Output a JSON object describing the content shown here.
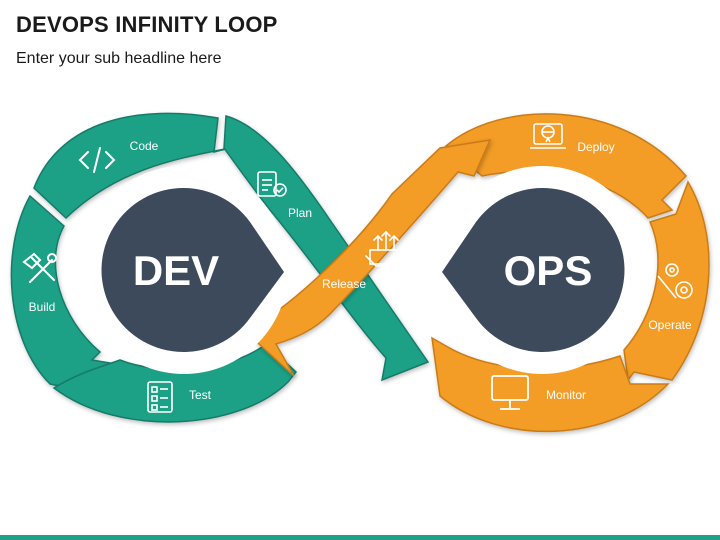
{
  "header": {
    "title": "DEVOPS INFINITY LOOP",
    "subtitle": "Enter your sub headline here"
  },
  "hubs": {
    "dev": "DEV",
    "ops": "OPS"
  },
  "stages": {
    "code": "Code",
    "plan": "Plan",
    "build": "Build",
    "test": "Test",
    "release": "Release",
    "deploy": "Deploy",
    "operate": "Operate",
    "monitor": "Monitor"
  },
  "icons": {
    "code": "code-brackets-icon",
    "plan": "checklist-document-icon",
    "build": "hammer-wrench-icon",
    "test": "test-checklist-icon",
    "release": "box-upload-arrows-icon",
    "deploy": "laptop-globe-icon",
    "operate": "gears-icon",
    "monitor": "desktop-monitor-icon"
  },
  "colors": {
    "dev_green": "#1fa187",
    "dev_green_dark": "#167a67",
    "ops_orange": "#f39c26",
    "ops_orange_dark": "#c97b15",
    "hub_slate": "#3d4a5c",
    "accent_bar": "#1fa187"
  }
}
